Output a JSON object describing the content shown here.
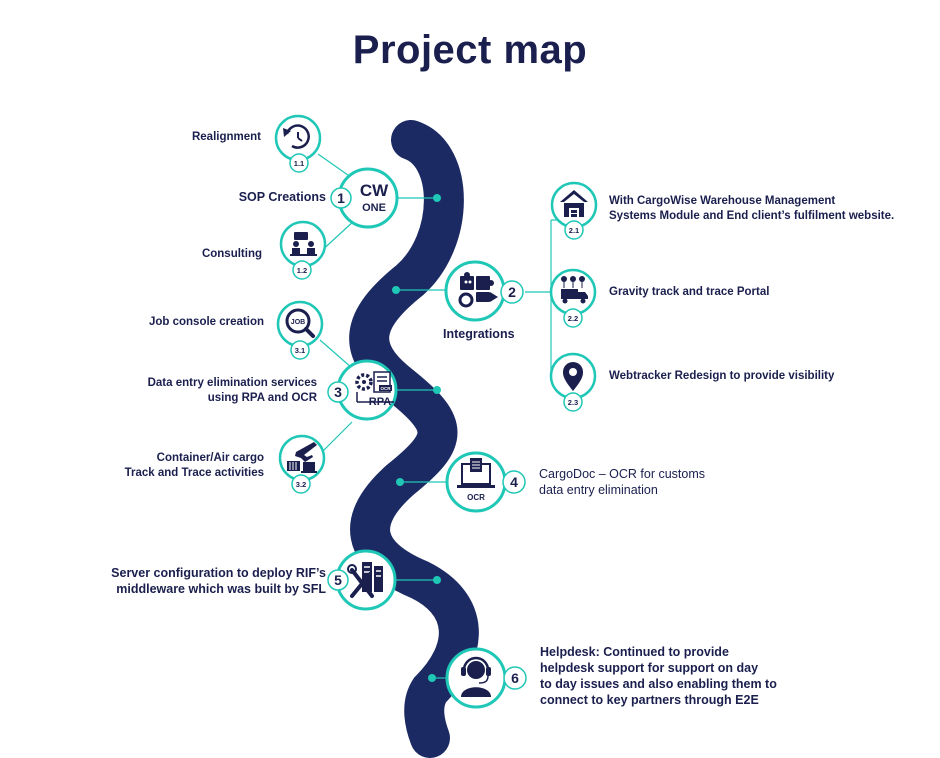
{
  "title": "Project map",
  "colors": {
    "navy": "#1a1f4e",
    "teal": "#1fc7b6",
    "path": "#1b2a63"
  },
  "nodes": [
    {
      "id": "1",
      "number": "1",
      "label": "SOP Creations",
      "icon_text_1": "CW",
      "icon_text_2": "ONE",
      "icon": "cargowise-one-logo"
    },
    {
      "id": "1.1",
      "number": "1.1",
      "label": "Realignment",
      "icon": "realignment-icon"
    },
    {
      "id": "1.2",
      "number": "1.2",
      "label": "Consulting",
      "icon": "consulting-icon"
    },
    {
      "id": "2",
      "number": "2",
      "label": "Integrations",
      "icon": "puzzle-gear-icon"
    },
    {
      "id": "2.1",
      "number": "2.1",
      "label_lines": [
        "With CargoWise Warehouse Management",
        "Systems Module and End client’s fulfilment website."
      ],
      "icon": "warehouse-icon"
    },
    {
      "id": "2.2",
      "number": "2.2",
      "label": "Gravity track and trace Portal",
      "icon": "truck-tracking-icon"
    },
    {
      "id": "2.3",
      "number": "2.3",
      "label": "Webtracker Redesign to provide visibility",
      "icon": "location-pin-icon"
    },
    {
      "id": "3",
      "number": "3",
      "label_lines": [
        "Data entry elimination services",
        "using RPA and OCR"
      ],
      "icon_text_1": "RPA",
      "icon_text_2": "OCR",
      "icon": "rpa-icon"
    },
    {
      "id": "3.1",
      "number": "3.1",
      "label": "Job console creation",
      "icon_text_1": "JOB",
      "icon": "job-search-icon"
    },
    {
      "id": "3.2",
      "number": "3.2",
      "label_lines": [
        "Container/Air cargo",
        "Track and Trace activities"
      ],
      "icon": "plane-container-icon"
    },
    {
      "id": "4",
      "number": "4",
      "label_lines": [
        "CargoDoc – OCR for customs",
        "data entry elimination"
      ],
      "icon_text_1": "OCR",
      "icon": "laptop-ocr-icon"
    },
    {
      "id": "5",
      "number": "5",
      "label_lines": [
        "Server configuration to deploy RIF’s",
        "middleware which was built by SFL"
      ],
      "icon": "server-tools-icon"
    },
    {
      "id": "6",
      "number": "6",
      "label_lines": [
        "Helpdesk: Continued to provide",
        "helpdesk support for support on day",
        "to day issues and also enabling them to",
        "connect to key partners through E2E"
      ],
      "icon": "headset-agent-icon"
    }
  ]
}
